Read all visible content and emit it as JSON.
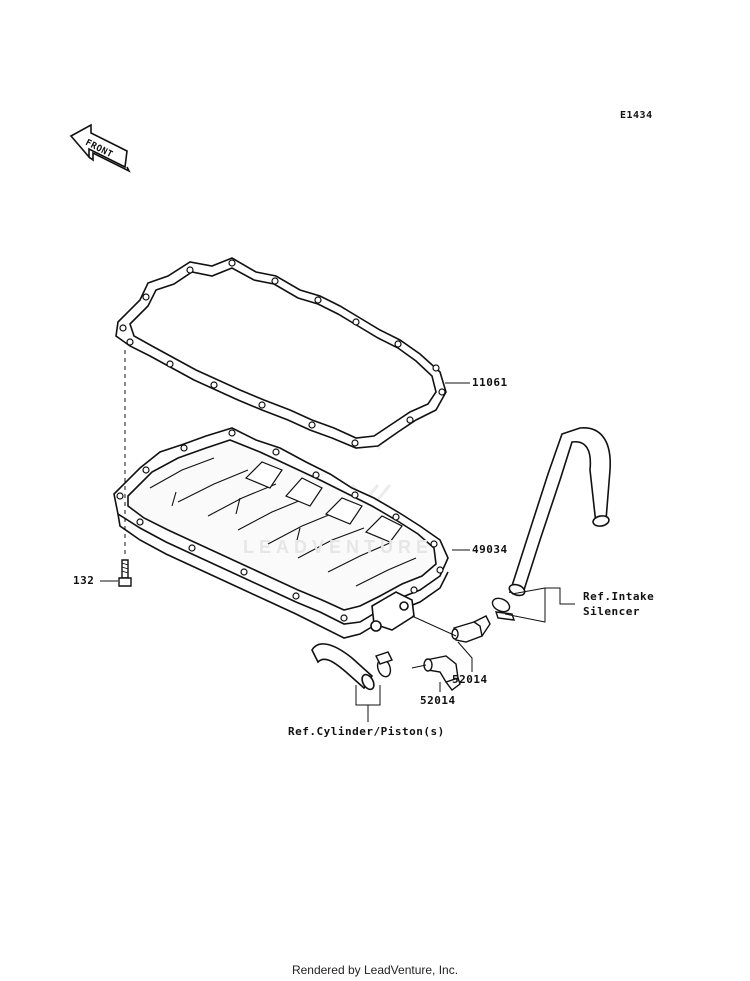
{
  "diagram": {
    "code": "E1434",
    "front_label": "FRONT",
    "watermark": "LEADVENTURE",
    "labels": {
      "p11061": "11061",
      "p49034": "49034",
      "p132": "132",
      "p52014a": "52014",
      "p52014b": "52014",
      "ref_intake_line1": "Ref.Intake",
      "ref_intake_line2": "Silencer",
      "ref_cylinder": "Ref.Cylinder/Piston(s)"
    }
  },
  "footer": {
    "text": "Rendered by LeadVenture, Inc."
  }
}
